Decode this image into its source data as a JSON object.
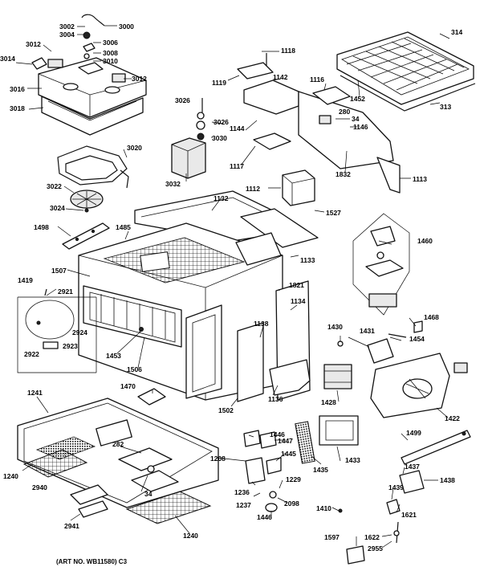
{
  "caption": "(ART NO. WB11580) C3",
  "labels": {
    "l3000": "3000",
    "l3002": "3002",
    "l3004": "3004",
    "l3006": "3006",
    "l3008": "3008",
    "l3010": "3010",
    "l3012a": "3012",
    "l3012b": "3012",
    "l3014": "3014",
    "l3016": "3016",
    "l3018": "3018",
    "l3020": "3020",
    "l3022": "3022",
    "l3024": "3024",
    "l3026a": "3026",
    "l3026b": "3026",
    "l3030": "3030",
    "l3032": "3032",
    "l1118": "1118",
    "l1119": "1119",
    "l1142": "1142",
    "l1116": "1116",
    "l280": "280",
    "l34a": "34",
    "l1146": "1146",
    "l1144": "1144",
    "l1117": "1117",
    "l1832": "1832",
    "l1113": "1113",
    "l314": "314",
    "l313": "313",
    "l1452": "1452",
    "l1112": "1112",
    "l1527": "1527",
    "l1132": "1132",
    "l1133": "1133",
    "l1498": "1498",
    "l1485": "1485",
    "l1460": "1460",
    "l1507": "1507",
    "l1419": "1419",
    "l2921": "2921",
    "l2924": "2924",
    "l2922": "2922",
    "l2923": "2923",
    "l1453": "1453",
    "l1506": "1506",
    "l1470": "1470",
    "l1821": "1821",
    "l1134": "1134",
    "l1138": "1138",
    "l1136": "1136",
    "l1502": "1502",
    "l1430": "1430",
    "l1431": "1431",
    "l1468": "1468",
    "l1454": "1454",
    "l1428": "1428",
    "l1422": "1422",
    "l1241": "1241",
    "l282": "282",
    "l1240a": "1240",
    "l1240b": "1240",
    "l2940": "2940",
    "l34b": "34",
    "l2941": "2941",
    "l1208": "1208",
    "l1446a": "1446",
    "l1447": "1447",
    "l1445": "1445",
    "l1435": "1435",
    "l1433": "1433",
    "l1236": "1236",
    "l1229": "1229",
    "l1237": "1237",
    "l2098": "2098",
    "l1446b": "1446",
    "l1499": "1499",
    "l1437": "1437",
    "l1438": "1438",
    "l1439": "1439",
    "l1621": "1621",
    "l1410": "1410",
    "l1597": "1597",
    "l1622": "1622",
    "l2955": "2955"
  }
}
